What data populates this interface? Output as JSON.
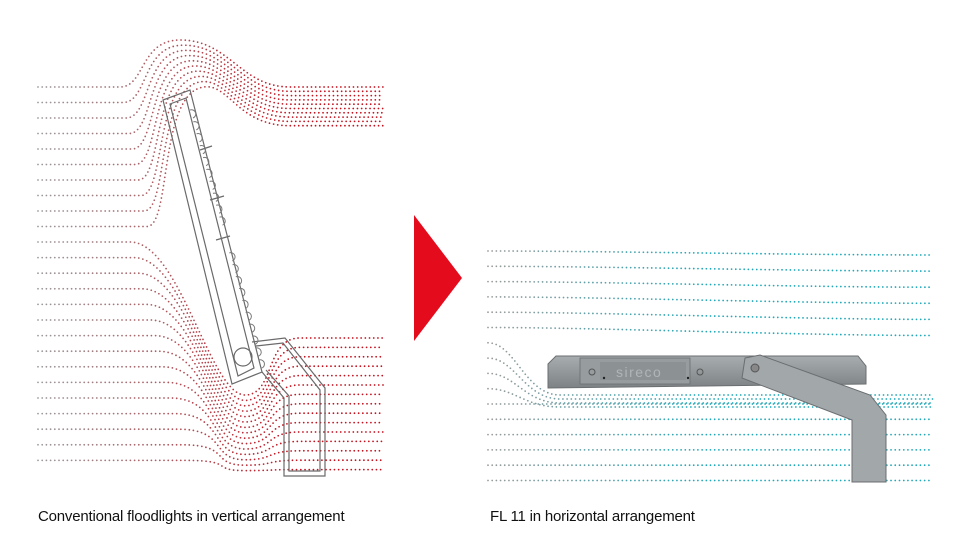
{
  "left_panel": {
    "caption": "Conventional floodlights in vertical arrangement",
    "flow_color_start": "#9a9a9a",
    "flow_color_end": "#c4121f"
  },
  "right_panel": {
    "caption": "FL 11 in horizontal arrangement",
    "product_brand": "sireco",
    "flow_color_start": "#9a9a9a",
    "flow_color_end": "#1fa8b8"
  },
  "arrow": {
    "icon": "triangle-right-icon",
    "color": "#e30b1c"
  }
}
